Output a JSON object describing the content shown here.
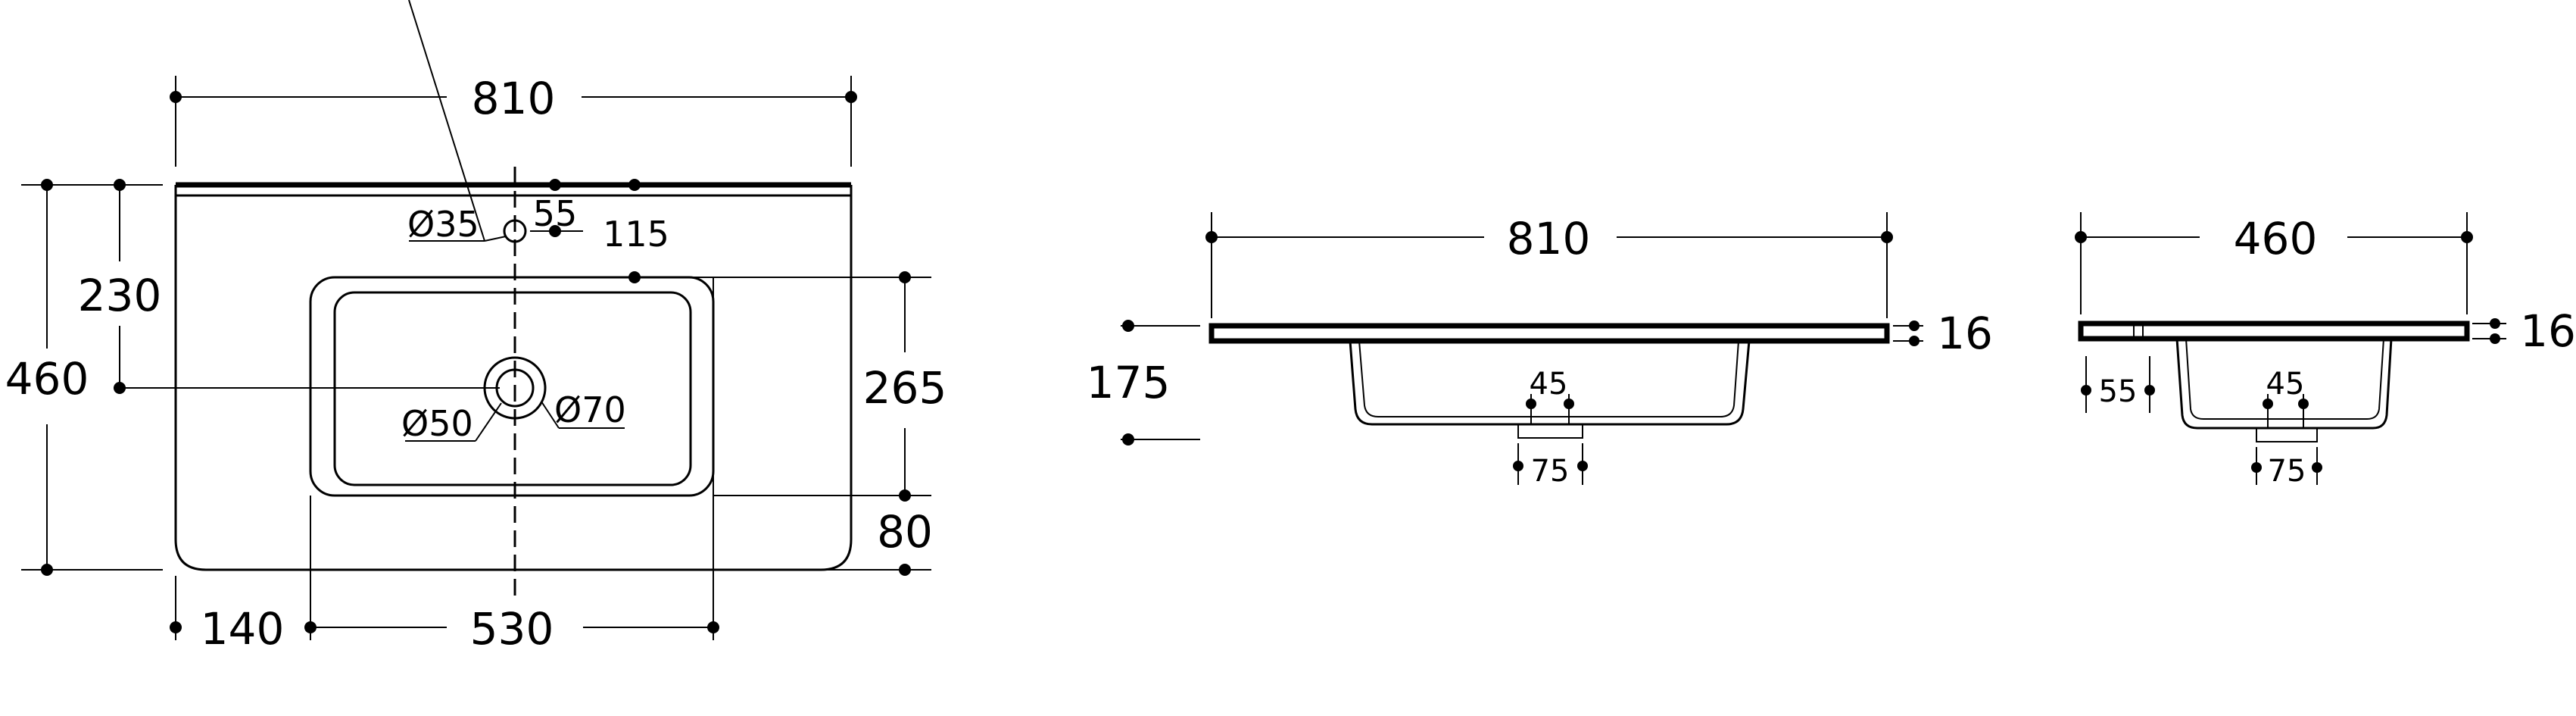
{
  "title": "Washbasin dimension drawing",
  "plan_view": {
    "width": "810",
    "depth": "460",
    "tap_hole_depth": "230",
    "bowl_depth": "265",
    "front_margin": "80",
    "side_margin": "140",
    "bowl_width": "530",
    "overflow_offset": "55",
    "bowl_offset": "115",
    "tap_hole_dia": "Ø35",
    "waste_dia": "Ø50",
    "waste_outer_dia": "Ø70"
  },
  "front_view": {
    "width": "810",
    "height": "175",
    "slab_thickness": "16",
    "waste_inner": "45",
    "waste_outer": "75"
  },
  "side_view": {
    "depth": "460",
    "slab_thickness": "16",
    "rear_offset": "55",
    "waste_inner": "45",
    "waste_outer": "75"
  }
}
